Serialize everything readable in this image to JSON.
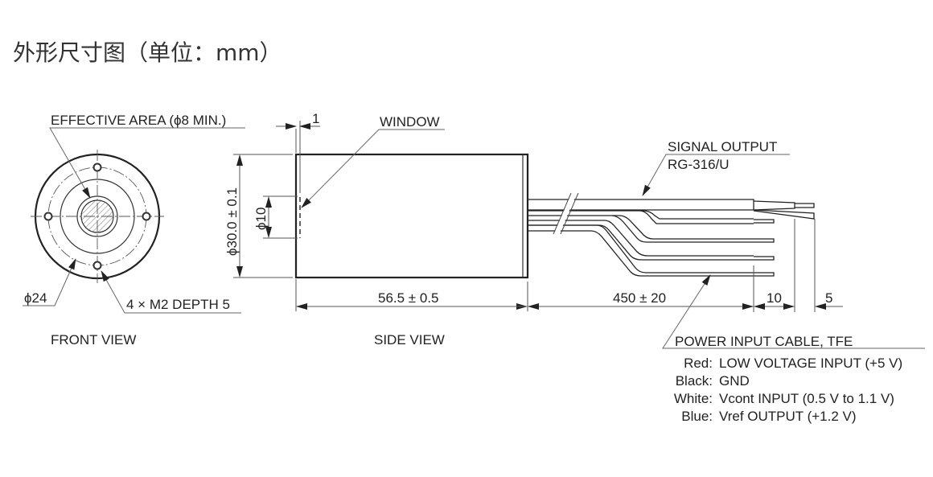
{
  "page": {
    "title": "外形尺寸图（单位：mm）"
  },
  "front_view": {
    "caption": "FRONT VIEW",
    "effective_area_label": "EFFECTIVE AREA (ϕ8 MIN.)",
    "pcd_label": "ϕ24",
    "holes_label": "4 × M2 DEPTH 5"
  },
  "side_view": {
    "caption": "SIDE VIEW",
    "window_label": "WINDOW",
    "window_recess_dim": "1",
    "diameter_dim": "ϕ30.0 ± 0.1",
    "window_dim": "ϕ10",
    "length_dim": "56.5 ± 0.5"
  },
  "cables": {
    "signal_label_line1": "SIGNAL OUTPUT",
    "signal_label_line2": "RG-316/U",
    "cable_length_dim": "450 ± 20",
    "strip_dim_1": "10",
    "strip_dim_2": "5",
    "power_cable_label": "POWER INPUT CABLE, TFE",
    "wires": [
      {
        "color": "Red:",
        "function": "LOW VOLTAGE INPUT (+5 V)"
      },
      {
        "color": "Black:",
        "function": "GND"
      },
      {
        "color": "White:",
        "function": "Vcont INPUT (0.5 V to 1.1 V)"
      },
      {
        "color": "Blue:",
        "function": "Vref OUTPUT (+1.2 V)"
      }
    ]
  }
}
